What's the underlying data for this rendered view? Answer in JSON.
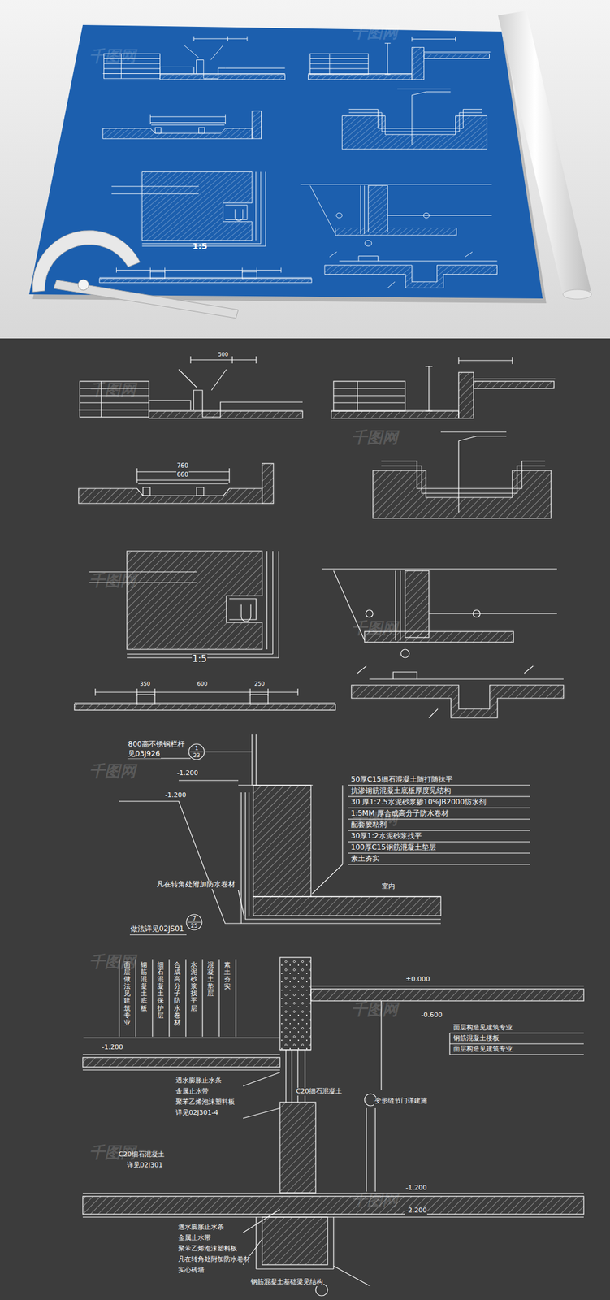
{
  "diagram": {
    "nodes": [
      {
        "text": [
          "1",
          "23"
        ]
      },
      {
        "text": [
          "7",
          "25"
        ]
      }
    ],
    "labels": [
      "1:5",
      "1:5",
      "800高不锈钢栏杆",
      "见03J926",
      "-1.200",
      "-1.200",
      "50厚C15细石混凝土随打随抹平",
      "抗渗钢筋混凝土底板厚度见结构",
      "30 厚1:2.5水泥砂浆掺10%JB2000防水剂",
      "1.5MM 厚合成高分子防水卷材",
      "配套胶粘剂",
      "30厚1:2水泥砂浆找平",
      "100厚C15钢筋混凝土垫层",
      "素土夯实",
      "凡在转角处附加防水卷材",
      "做法详见02JS01",
      "室内",
      "±0.000",
      "-0.600",
      "面层构造见建筑专业",
      "钢筋混凝土楼板",
      "面层构造见建筑专业",
      "C20细石混凝土",
      "变形缝节门详建施",
      "-1.200",
      "遇水膨胀止水条",
      "金属止水带",
      "聚苯乙烯泡沫塑料板",
      "详见02J301-4",
      "C20细石混凝土",
      "详见02J301",
      "-1.200",
      "-2.200",
      "遇水膨胀止水条",
      "金属止水带",
      "聚苯乙烯泡沫塑料板",
      "凡在转角处附加防水卷材",
      "实心砖墙",
      "钢筋混凝土基础梁见结构",
      "500",
      "760",
      "660",
      "350",
      "600",
      "250",
      "面层做法见建筑专业",
      "钢筋混凝土底板",
      "细石混凝土保护层",
      "合成高分子防水卷材",
      "水泥砂浆找平层",
      "混凝土垫层",
      "素土夯实",
      "千图网",
      "千图网",
      "千图网",
      "千图网",
      "千图网",
      "千图网",
      "千图网",
      "千图网",
      "千图网",
      "千图网",
      "千图网",
      "千图网"
    ]
  }
}
